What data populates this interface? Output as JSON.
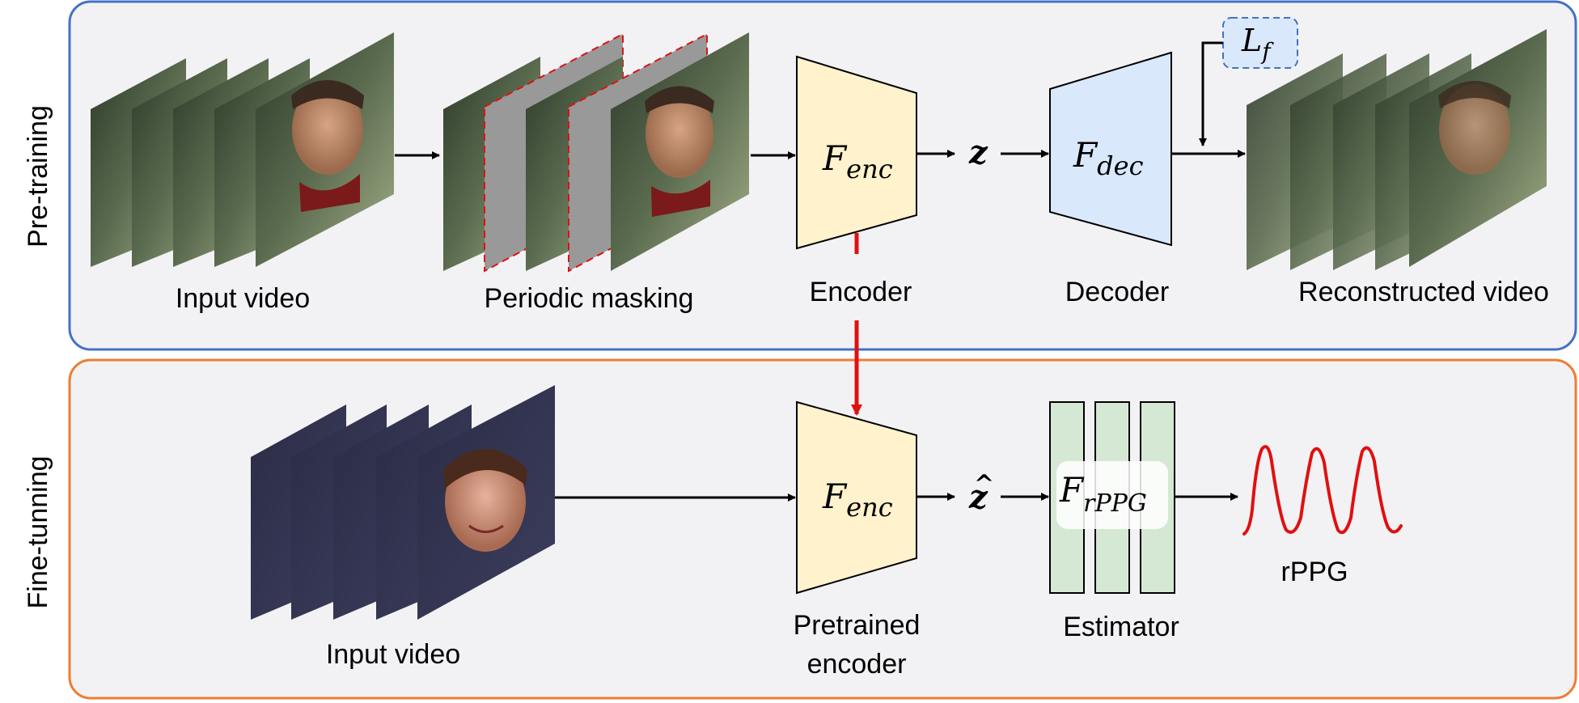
{
  "stages": {
    "pretraining": "Pre-training",
    "finetuning": "Fine-tunning"
  },
  "pretraining": {
    "input_video": "Input video",
    "periodic_masking": "Periodic masking",
    "encoder_label": "Encoder",
    "encoder_symbol": "F",
    "encoder_sub": "enc",
    "latent": "z",
    "decoder_label": "Decoder",
    "decoder_symbol": "F",
    "decoder_sub": "dec",
    "loss_symbol": "L",
    "loss_sub": "f",
    "reconstructed_video": "Reconstructed video"
  },
  "finetuning": {
    "input_video": "Input video",
    "encoder_label_line1": "Pretrained",
    "encoder_label_line2": "encoder",
    "encoder_symbol": "F",
    "encoder_sub": "enc",
    "latent": "z",
    "latent_hat": "^",
    "estimator_symbol": "F",
    "estimator_sub": "rPPG",
    "estimator_label": "Estimator",
    "output_label": "rPPG"
  },
  "colors": {
    "pretrain_border": "#4472c4",
    "finetune_border": "#ed7d31",
    "panel_fill": "#f2f2f4",
    "encoder_fill": "#fff2cc",
    "decoder_fill": "#dae8fc",
    "estimator_fill": "#d5e8d4",
    "transfer_arrow": "#e01010",
    "signal": "#e01010",
    "mask_fill": "#999999"
  }
}
